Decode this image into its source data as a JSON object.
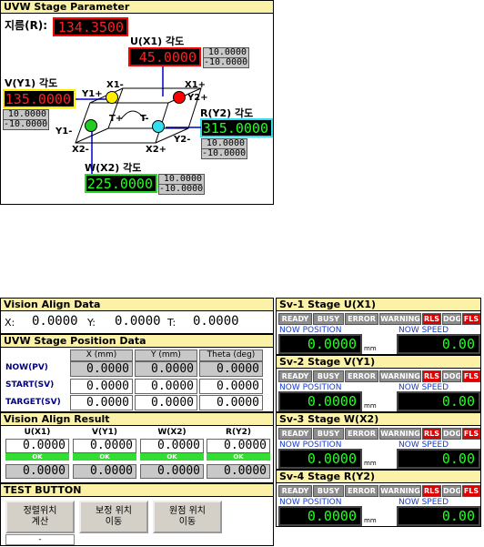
{
  "uvw_param": {
    "title": "UVW Stage Parameter",
    "radius_label": "지름(R):",
    "radius_value": "134.3500",
    "u": {
      "label": "U(X1) 각도",
      "value": "45.0000",
      "upper": "10.0000",
      "lower": "-10.0000"
    },
    "v": {
      "label": "V(Y1) 각도",
      "value": "135.0000",
      "upper": "10.0000",
      "lower": "-10.0000"
    },
    "r": {
      "label": "R(Y2) 각도",
      "value": "315.0000",
      "upper": "10.0000",
      "lower": "-10.0000"
    },
    "w": {
      "label": "W(X2) 각도",
      "value": "225.0000",
      "upper": "10.0000",
      "lower": "-10.0000"
    },
    "axes": {
      "x1m": "X1-",
      "x1p": "X1+",
      "y1p": "Y1+",
      "y2p": "Y2+",
      "tp": "T+",
      "tm": "T-",
      "y1m": "Y1-",
      "y2m": "Y2-",
      "x2m": "X2-",
      "x2p": "X2+"
    },
    "colors": {
      "u_dot": "#ff0000",
      "v_dot": "#ffee00",
      "r_dot": "#33ddee",
      "w_dot": "#22cc22"
    }
  },
  "vision_align": {
    "title": "Vision Align Data",
    "x_label": "X:",
    "x_value": "0.0000",
    "y_label": "Y:",
    "y_value": "0.0000",
    "t_label": "T:",
    "t_value": "0.0000"
  },
  "stage_position": {
    "title": "UVW Stage Position Data",
    "columns": [
      "X     (mm)",
      "Y     (mm)",
      "Theta (deg)"
    ],
    "rows": [
      {
        "label": "NOW(PV)",
        "values": [
          "0.0000",
          "0.0000",
          "0.0000"
        ]
      },
      {
        "label": "START(SV)",
        "values": [
          "0.0000",
          "0.0000",
          "0.0000"
        ]
      },
      {
        "label": "TARGET(SV)",
        "values": [
          "0.0000",
          "0.0000",
          "0.0000"
        ]
      }
    ]
  },
  "align_result": {
    "title": "Vision Align Result",
    "columns": [
      {
        "head": "U(X1)",
        "value": "0.0000",
        "ok": "OK",
        "value2": "0.0000"
      },
      {
        "head": "V(Y1)",
        "value": "0.0000",
        "ok": "OK",
        "value2": "0.0000"
      },
      {
        "head": "W(X2)",
        "value": "0.0000",
        "ok": "OK",
        "value2": "0.0000"
      },
      {
        "head": "R(Y2)",
        "value": "0.0000",
        "ok": "OK",
        "value2": "0.0000"
      }
    ]
  },
  "test_button": {
    "title": "TEST BUTTON",
    "buttons": [
      {
        "label1": "정렬위치",
        "label2": "계산"
      },
      {
        "label1": "보정 위치",
        "label2": "이동"
      },
      {
        "label1": "원점 위치",
        "label2": "이동"
      }
    ],
    "status_value": "-"
  },
  "servos": [
    {
      "title": "Sv-1 Stage U(X1)",
      "pos": "0.0000",
      "speed": "0.00"
    },
    {
      "title": "Sv-2 Stage V(Y1)",
      "pos": "0.0000",
      "speed": "0.00"
    },
    {
      "title": "Sv-3 Stage W(X2)",
      "pos": "0.0000",
      "speed": "0.00"
    },
    {
      "title": "Sv-4 Stage R(Y2)",
      "pos": "0.0000",
      "speed": "0.00"
    }
  ],
  "servo_common": {
    "statuses": [
      "READY",
      "BUSY",
      "ERROR",
      "WARNING",
      "RLS",
      "DOG",
      "FLS"
    ],
    "now_position_label": "NOW POSITION",
    "now_speed_label": "NOW SPEED",
    "unit": "mm"
  }
}
